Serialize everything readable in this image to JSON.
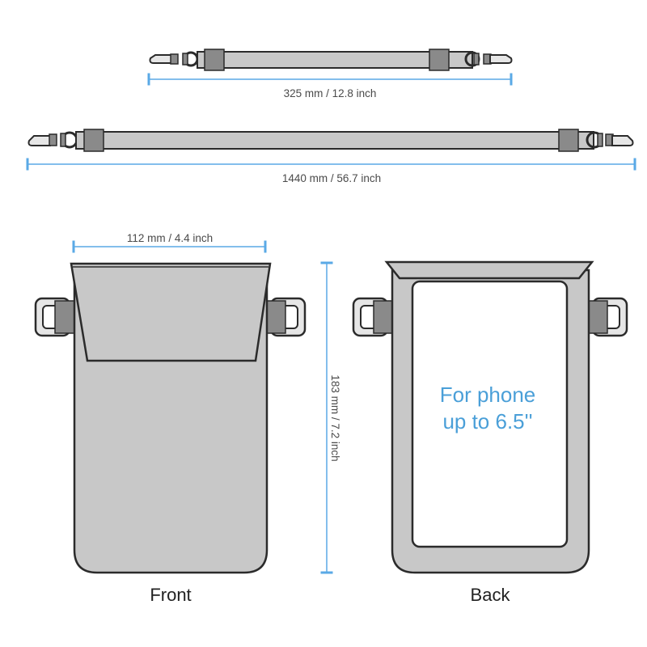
{
  "colors": {
    "dimension_line": "#5aa9e6",
    "outline": "#2b2b2b",
    "fill": "#c8c8c8",
    "fill_light": "#e2e2e2",
    "buckle": "#8a8a8a",
    "phone_text": "#4a9fd8"
  },
  "dimensions": {
    "short_strap": "325 mm / 12.8 inch",
    "long_strap": "1440 mm / 56.7 inch",
    "pouch_width": "112 mm / 4.4 inch",
    "pouch_height": "183 mm / 7.2 inch"
  },
  "views": {
    "front_label": "Front",
    "back_label": "Back"
  },
  "back_window": {
    "line1": "For phone",
    "line2": "up to 6.5''"
  }
}
